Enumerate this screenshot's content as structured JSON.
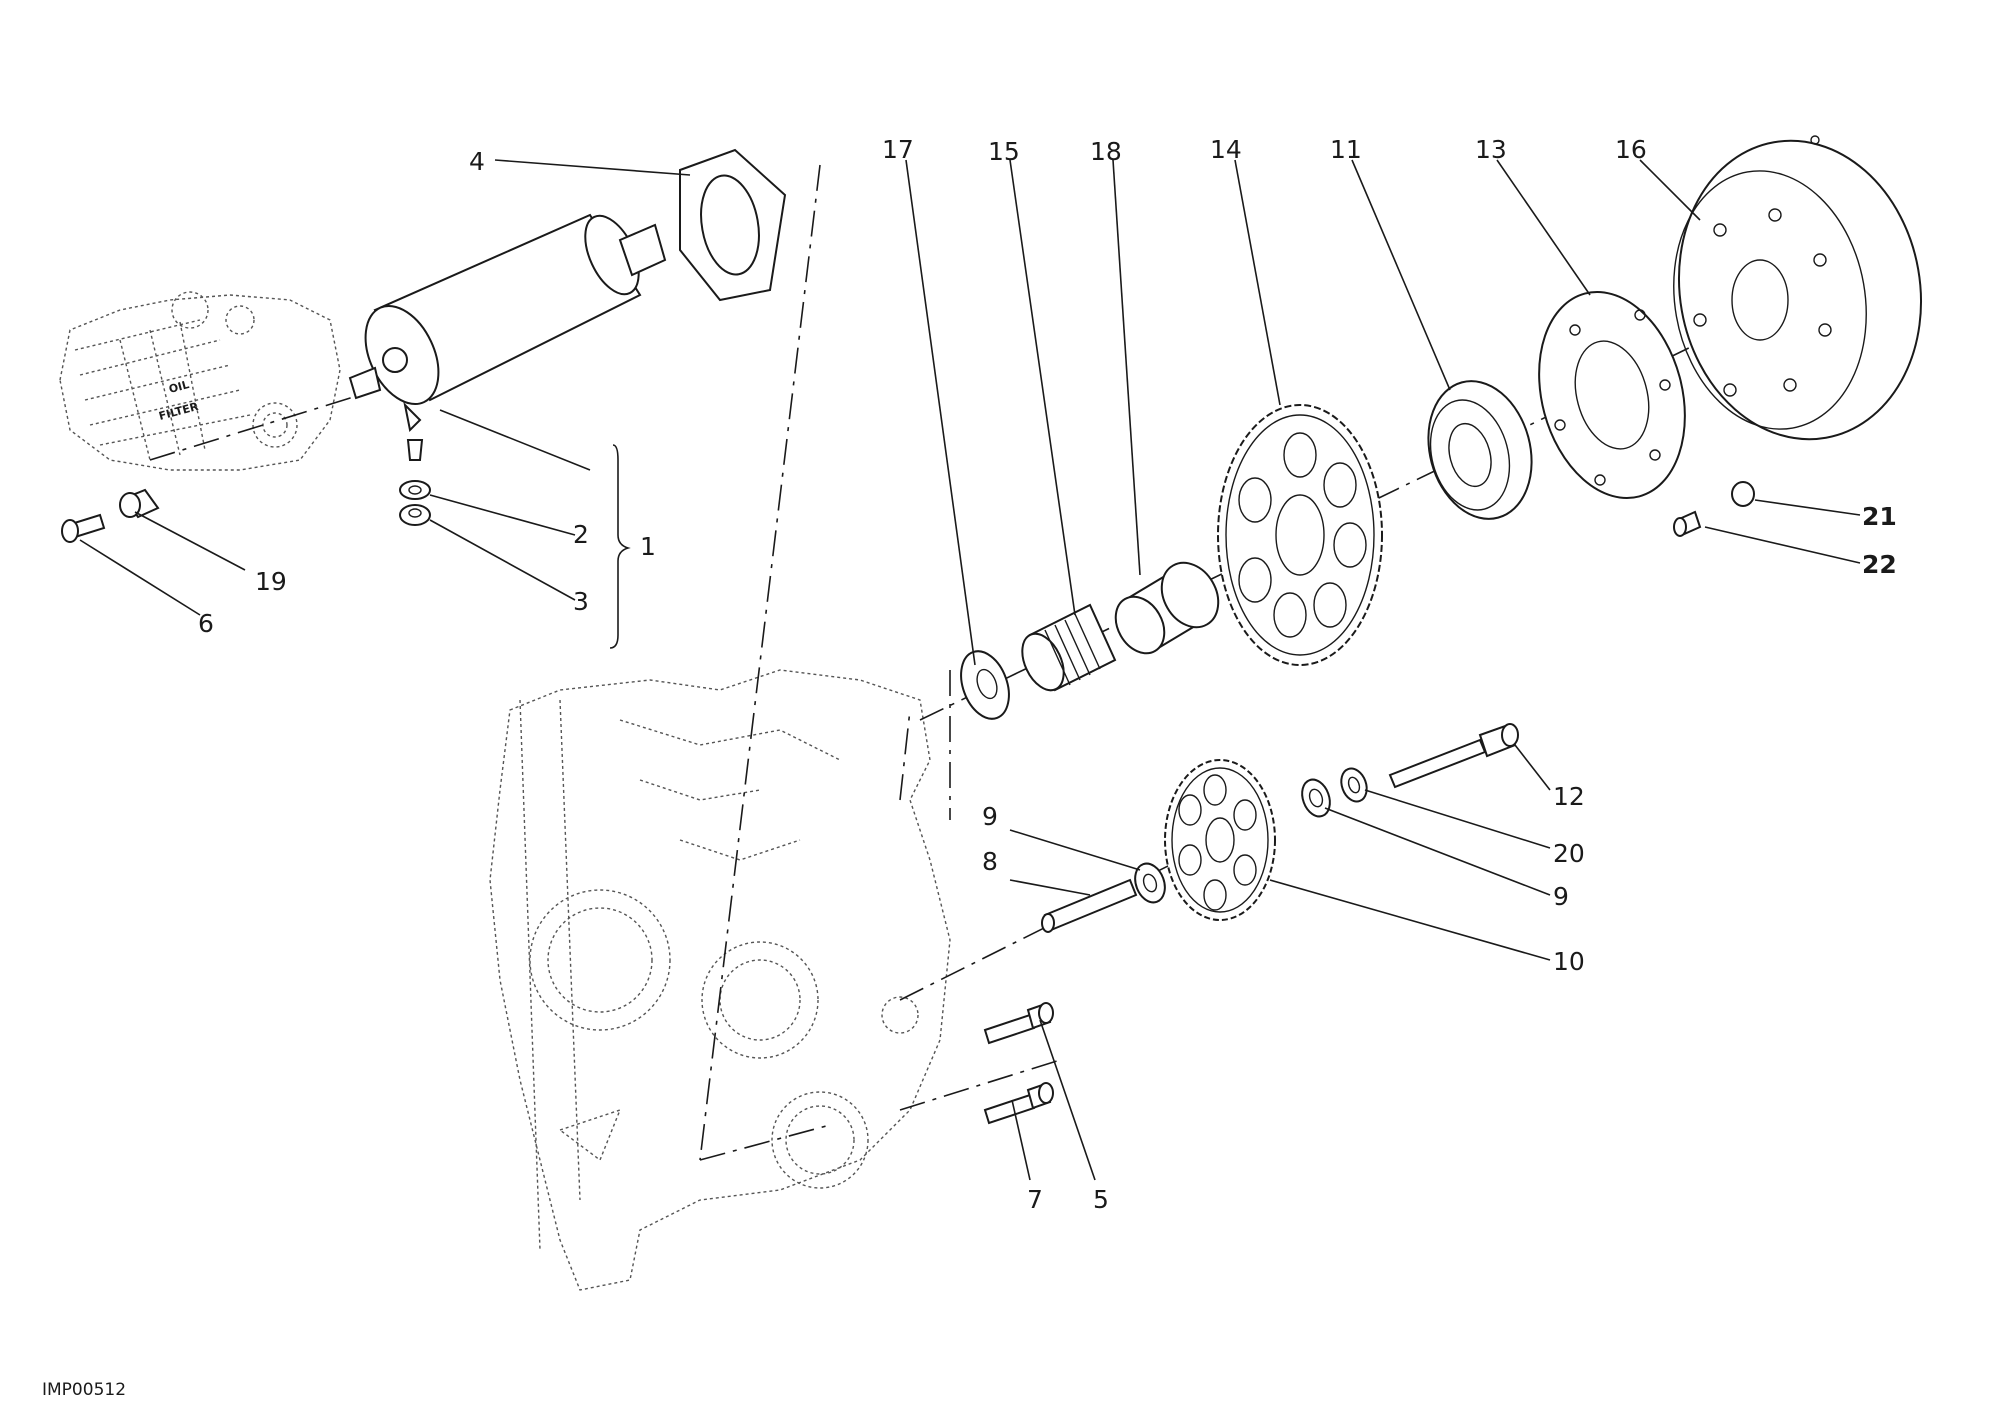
{
  "drawing_code": "IMP00512",
  "engine_labels": {
    "oil": "OIL",
    "filter": "FILTER"
  },
  "callouts": [
    {
      "id": "c1",
      "text": "1"
    },
    {
      "id": "c2",
      "text": "2"
    },
    {
      "id": "c3",
      "text": "3"
    },
    {
      "id": "c4",
      "text": "4"
    },
    {
      "id": "c5",
      "text": "5"
    },
    {
      "id": "c6",
      "text": "6"
    },
    {
      "id": "c7",
      "text": "7"
    },
    {
      "id": "c8",
      "text": "8"
    },
    {
      "id": "c9a",
      "text": "9"
    },
    {
      "id": "c9b",
      "text": "9"
    },
    {
      "id": "c10",
      "text": "10"
    },
    {
      "id": "c11",
      "text": "11"
    },
    {
      "id": "c12",
      "text": "12"
    },
    {
      "id": "c13",
      "text": "13"
    },
    {
      "id": "c14",
      "text": "14"
    },
    {
      "id": "c15",
      "text": "15"
    },
    {
      "id": "c16",
      "text": "16"
    },
    {
      "id": "c17",
      "text": "17"
    },
    {
      "id": "c18",
      "text": "18"
    },
    {
      "id": "c19",
      "text": "19"
    },
    {
      "id": "c20",
      "text": "20"
    },
    {
      "id": "c21",
      "text": "21"
    },
    {
      "id": "c22",
      "text": "22"
    }
  ]
}
